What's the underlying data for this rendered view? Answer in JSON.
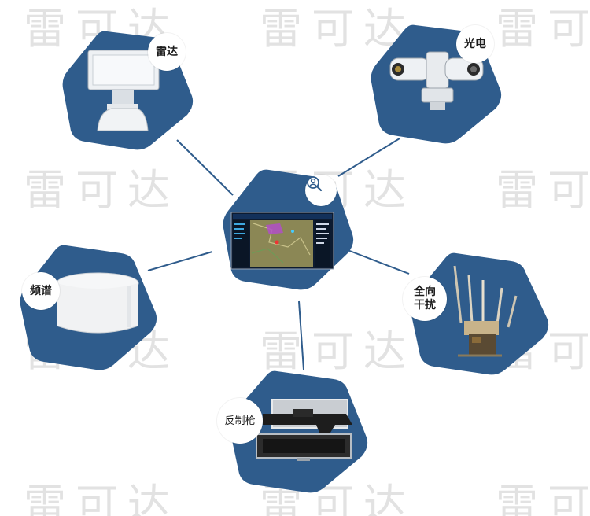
{
  "watermark": {
    "text": "雷可达"
  },
  "colors": {
    "hex": "#2f5c8c",
    "line": "#2f5c8c",
    "badge_text": "#1b1b1b",
    "watermark": "#e2e2e2"
  },
  "hub": {
    "icon": "search-user-icon",
    "image": "map-monitoring-screen"
  },
  "nodes": [
    {
      "id": "radar",
      "label": "雷达",
      "image": "radar-device"
    },
    {
      "id": "optical",
      "label": "光电",
      "image": "ptz-camera"
    },
    {
      "id": "spectrum",
      "label": "频谱",
      "image": "spectrum-detector"
    },
    {
      "id": "jammer",
      "label_lines": [
        "全向",
        "干扰"
      ],
      "image": "omnidirectional-jammer"
    },
    {
      "id": "gun",
      "label": "反制枪",
      "image": "counter-drone-gun-case"
    }
  ]
}
